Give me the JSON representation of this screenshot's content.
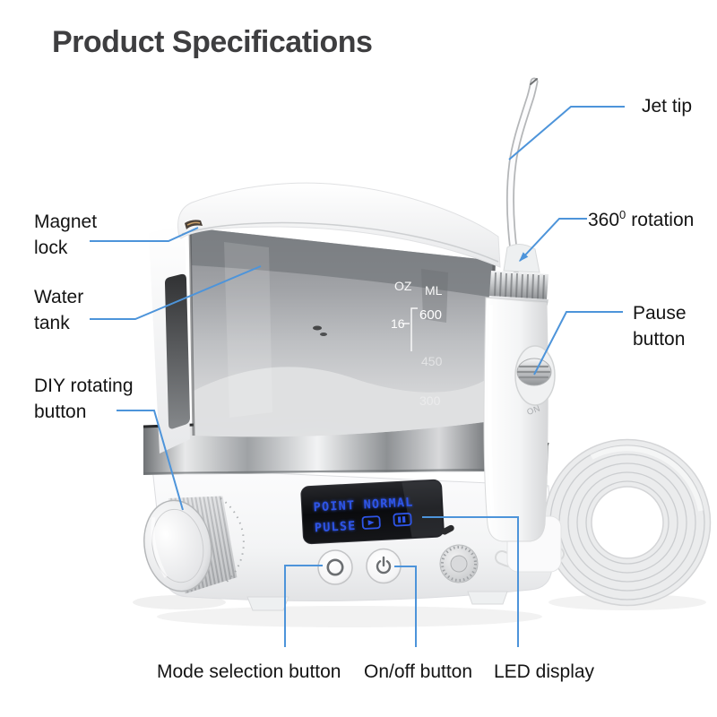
{
  "title": "Product Specifications",
  "colors": {
    "background": "#ffffff",
    "title_text": "#3e3e40",
    "label_text": "#141414",
    "callout_line": "#4d94da",
    "led_text": "#2e55e8",
    "display_background": "#0b0c0f",
    "device_white": "#f4f5f6",
    "tank_smoke": "#96989c",
    "chrome_silver": "#c9cbcd"
  },
  "callout_labels": {
    "jet_tip": "Jet tip",
    "magnet_lock_line1": "Magnet",
    "magnet_lock_line2": "lock",
    "water_tank_line1": "Water",
    "water_tank_line2": "tank",
    "diy_line1": "DIY rotating",
    "diy_line2": "button",
    "rotation_num": "360",
    "rotation_sup": "0",
    "rotation_word": "rotation",
    "pause_line1": "Pause",
    "pause_line2": "button",
    "mode_button": "Mode selection button",
    "onoff_button": "On/off button",
    "led_display": "LED display"
  },
  "device": {
    "tank_scale": {
      "unit_oz": "OZ",
      "unit_ml": "ML",
      "oz_value": "16",
      "ml_600": "600",
      "ml_450": "450",
      "ml_300": "300"
    },
    "led_display": {
      "mode_point": "POINT",
      "mode_normal": "NORMAL",
      "mode_pulse": "PULSE",
      "icons": [
        "jet-mode-icon",
        "battery-icon"
      ]
    },
    "pause_slider_label": "ON"
  }
}
